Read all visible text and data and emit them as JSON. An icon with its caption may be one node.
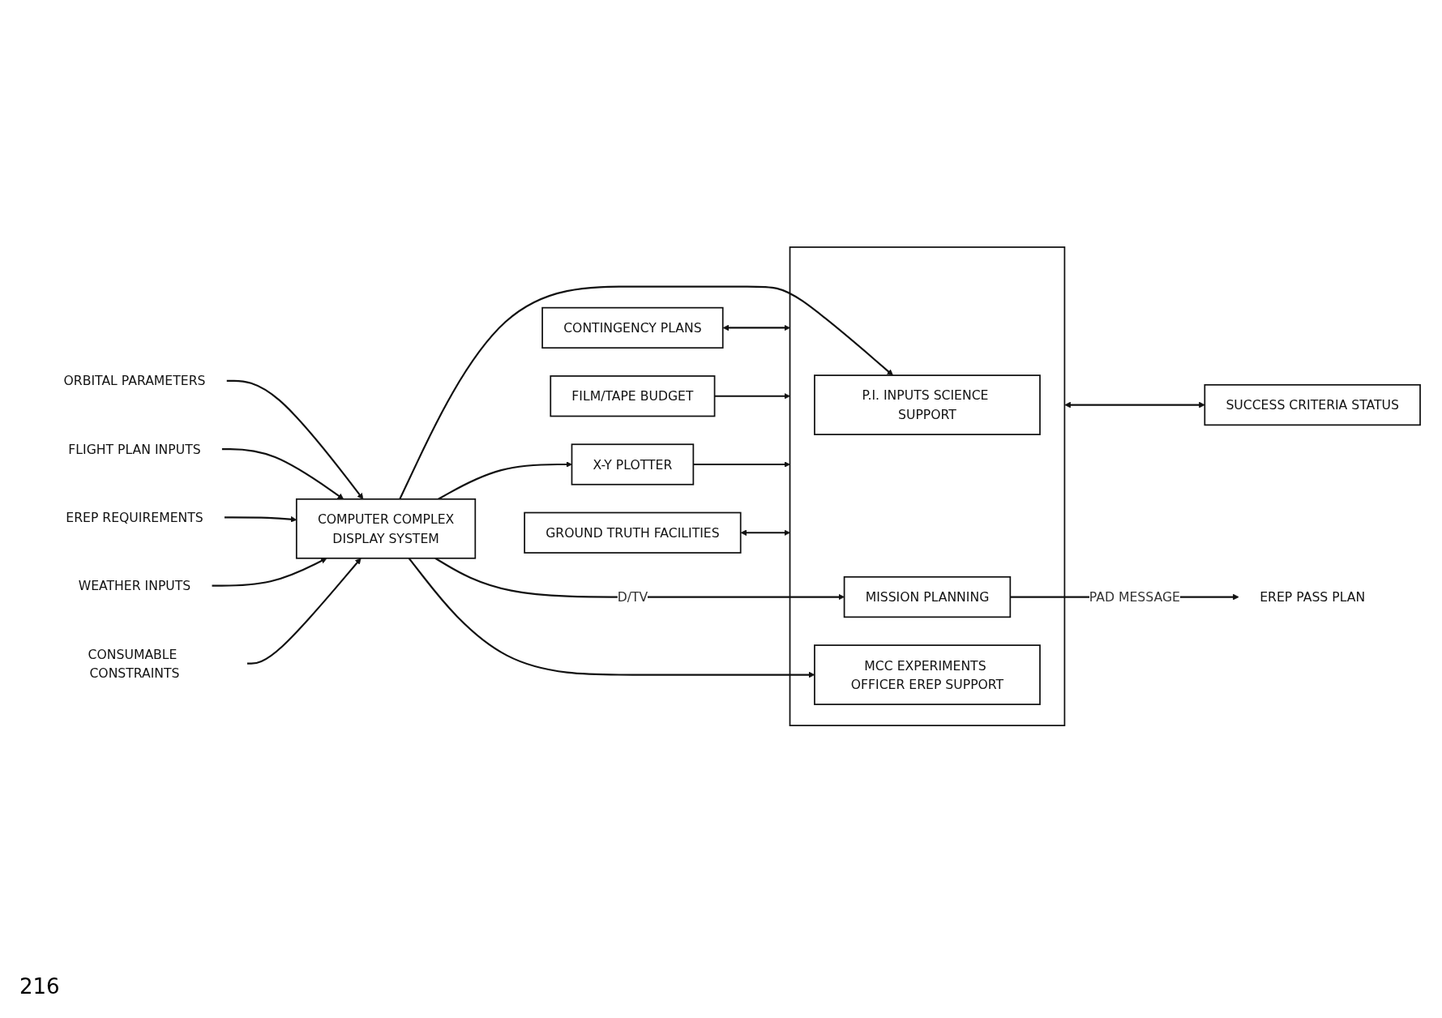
{
  "diagram": {
    "nodes": [
      {
        "text": [
          "ORBITAL PARAMETERS"
        ]
      },
      {
        "text": [
          "FLIGHT PLAN INPUTS"
        ]
      },
      {
        "text": [
          "EREP REQUIREMENTS"
        ]
      },
      {
        "text": [
          "WEATHER INPUTS"
        ]
      },
      {
        "text": [
          "CONSUMABLE CONSTRAINTS"
        ]
      },
      {
        "text": [
          "COMPUTER COMPLEX",
          "DISPLAY SYSTEM"
        ]
      },
      {
        "text": [
          "CONTINGENCY PLANS"
        ]
      },
      {
        "text": [
          "FILM/TAPE BUDGET"
        ]
      },
      {
        "text": [],
        "shape": "box"
      },
      {
        "text": [
          "P.I. INPUTS SCIENCE SUPPORT"
        ],
        "in": 8
      },
      {
        "text": [
          "MISSION PLANNING"
        ],
        "in": 8
      },
      {
        "text": [
          "MCC EXPERIMENTS OFFICER EREP SUPPORT"
        ],
        "in": 8
      },
      {
        "text": [
          "EREP PASS PLAN"
        ]
      },
      {
        "text": [
          "X-Y PLOTTER"
        ]
      },
      {
        "text": [
          "GROUND TRUTH FACILITIES"
        ]
      },
      {
        "text": [
          "SUCCESS CRITERIA STATUS"
        ]
      }
    ],
    "edges": [
      {
        "from": 0,
        "to": 5,
        "arrow": "to"
      },
      {
        "from": 1,
        "to": 5,
        "arrow": "to"
      },
      {
        "from": 2,
        "to": 5,
        "arrow": "to"
      },
      {
        "from": 3,
        "to": 5,
        "arrow": "to"
      },
      {
        "from": 4,
        "to": 5,
        "arrow": "to"
      },
      {
        "from": 5,
        "to": 9,
        "arrow": "to"
      },
      {
        "from": 5,
        "to": 10,
        "arrow": "to",
        "label": "D/TV"
      },
      {
        "from": 5,
        "to": 11,
        "arrow": "to"
      },
      {
        "from": 6,
        "to": 8,
        "arrow": "both"
      },
      {
        "from": 7,
        "to": 8,
        "arrow": "to"
      },
      {
        "from": 10,
        "to": 12,
        "arrow": "to",
        "label": "PAD MESSAGE"
      },
      {
        "from": 5,
        "to": 13,
        "arrow": "to"
      },
      {
        "from": 13,
        "to": 8,
        "arrow": "to"
      },
      {
        "from": 14,
        "to": 8,
        "arrow": "both"
      },
      {
        "from": 8,
        "to": 15,
        "arrow": "both"
      }
    ],
    "labels": [
      "216"
    ]
  }
}
